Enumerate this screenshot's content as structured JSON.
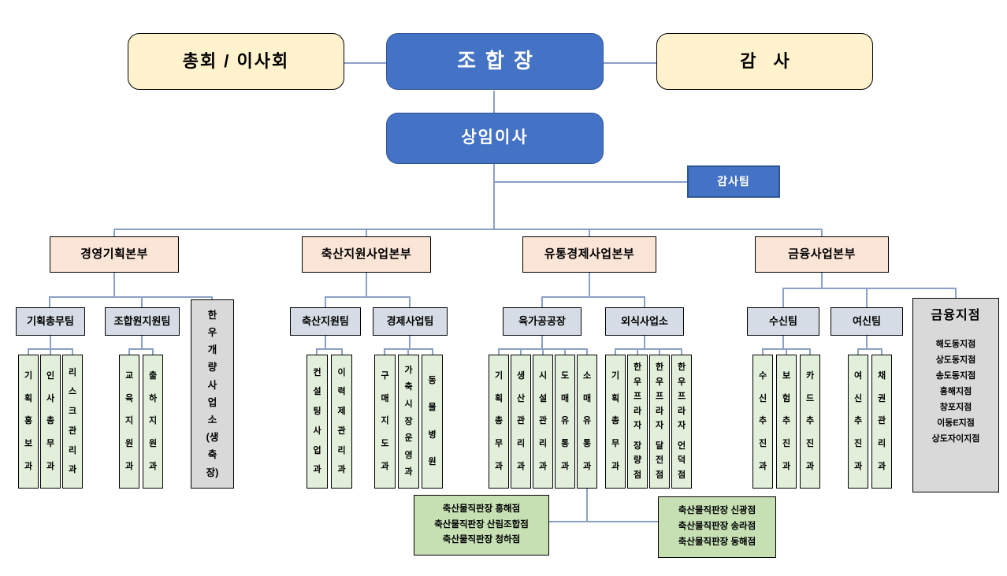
{
  "colors": {
    "box-blue": "#4472C4",
    "box-blue-border": "#2F5597",
    "box-cream": "#FFF2CC",
    "box-peach": "#FBE5D6",
    "box-teamgray": "#D6DCE5",
    "box-green-light": "#E2EFDA",
    "box-green": "#C6E0B4",
    "box-gray": "#D9D9D9",
    "line": "#8BA0C8",
    "text": "#000000",
    "text-on-blue": "#FFFFFF"
  },
  "top": {
    "assembly": "총회 / 이사회",
    "chairman": "조합장",
    "auditor": "감 사",
    "executive_director": "상임이사",
    "audit_team": "감사팀"
  },
  "divisions": [
    {
      "label": "경영기획본부",
      "teams": [
        {
          "label": "기획총무팀",
          "depts": [
            "기획홍보과",
            "인사총무과",
            "리스크관리과"
          ]
        },
        {
          "label": "조합원지원팀",
          "depts": [
            "교육지원과",
            "출하지원과"
          ]
        }
      ],
      "annex": "한우개량사업소(생축장)"
    },
    {
      "label": "축산지원사업본부",
      "teams": [
        {
          "label": "축산지원팀",
          "depts": [
            "컨설팅사업과",
            "이력제관리과"
          ]
        },
        {
          "label": "경제사업팀",
          "depts": [
            "구매지도과",
            "가축시장운영과",
            "동물병원"
          ]
        }
      ]
    },
    {
      "label": "유통경제사업본부",
      "teams": [
        {
          "label": "육가공공장",
          "depts": [
            "기획총무과",
            "생산관리과",
            "시설관리과",
            "도매유통과",
            "소매유통과"
          ]
        },
        {
          "label": "외식사업소",
          "depts": [
            "기획총무과",
            "한우프라자 장량점",
            "한우프라자 달전점",
            "한우프라자 언덕점"
          ]
        }
      ]
    },
    {
      "label": "금융사업본부",
      "teams": [
        {
          "label": "수신팀",
          "depts": [
            "수신추진과",
            "보험추진과",
            "카드추진과"
          ]
        },
        {
          "label": "여신팀",
          "depts": [
            "여신추진과",
            "채권관리과"
          ]
        }
      ],
      "finance_branches": {
        "title": "금융지점",
        "branches": [
          "해도동지점",
          "상도동지점",
          "송도동지점",
          "흥해지점",
          "창포지점",
          "이동E지점",
          "상도자이지점"
        ]
      }
    }
  ],
  "retail_outlets": {
    "left": [
      "축산물직판장 흥해점",
      "축산물직판장 산림조합점",
      "축산물직판장 청하점"
    ],
    "right": [
      "축산물직판장 신광점",
      "축산물직판장 송라점",
      "축산물직판장 동해점"
    ]
  }
}
